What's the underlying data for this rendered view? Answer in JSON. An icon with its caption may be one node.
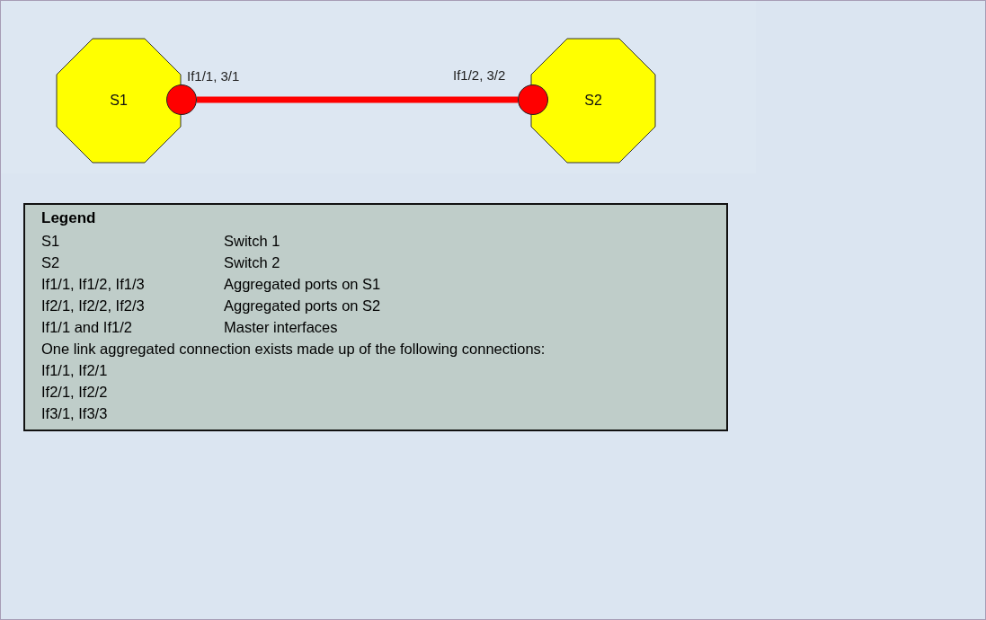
{
  "diagram": {
    "nodes": [
      {
        "text": [
          "S1"
        ]
      },
      {
        "text": [],
        "shape": "circle"
      },
      {
        "text": [],
        "shape": "circle"
      },
      {
        "text": [
          "S2"
        ]
      }
    ],
    "edges": [
      {
        "from": 1,
        "to": 2,
        "arrow": "none",
        "color": "#ff0000"
      }
    ],
    "labels": [
      "If1/1, 3/1",
      "If1/2, 3/2",
      "Legend",
      "S1",
      "Switch 1",
      "S2",
      "Switch 2",
      "If1/1, If1/2, If1/3",
      "Aggregated ports on S1",
      "If2/1, If2/2, If2/3",
      "Aggregated ports on S2",
      "If1/1 and If1/2",
      "Master interfaces",
      "One link aggregated connection exists made up of the following connections:",
      "If1/1, If2/1",
      "If2/1, If2/2",
      "If3/1, If3/3"
    ]
  }
}
